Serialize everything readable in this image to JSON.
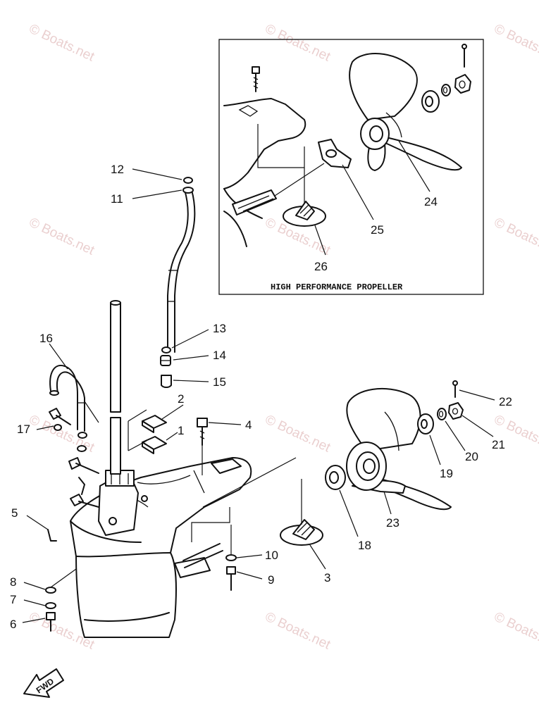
{
  "inset": {
    "caption": "HIGH PERFORMANCE PROPELLER"
  },
  "fwd_marker": "FWD",
  "watermark": "© Boats.net",
  "callouts": [
    {
      "n": "1"
    },
    {
      "n": "2"
    },
    {
      "n": "3"
    },
    {
      "n": "4"
    },
    {
      "n": "5"
    },
    {
      "n": "6"
    },
    {
      "n": "7"
    },
    {
      "n": "8"
    },
    {
      "n": "9"
    },
    {
      "n": "10"
    },
    {
      "n": "11"
    },
    {
      "n": "12"
    },
    {
      "n": "13"
    },
    {
      "n": "14"
    },
    {
      "n": "15"
    },
    {
      "n": "16"
    },
    {
      "n": "17"
    },
    {
      "n": "18"
    },
    {
      "n": "19"
    },
    {
      "n": "20"
    },
    {
      "n": "21"
    },
    {
      "n": "22"
    },
    {
      "n": "23"
    },
    {
      "n": "24"
    },
    {
      "n": "25"
    },
    {
      "n": "26"
    }
  ]
}
